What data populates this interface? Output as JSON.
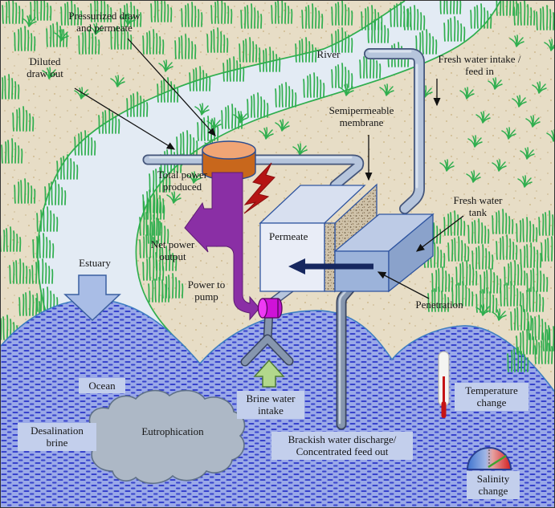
{
  "labels": {
    "pressurized_draw": "Pressurized draw\nand permeate",
    "diluted_draw": "Diluted\ndraw out",
    "river": "River",
    "fresh_water_intake": "Fresh water intake /\nfeed in",
    "semipermeable_membrane": "Semipermeable\nmembrane",
    "fresh_water_tank": "Fresh water\ntank",
    "total_power": "Total power\nproduced",
    "net_power": "Net power\noutput",
    "power_to_pump": "Power to\npump",
    "permeate": "Permeate",
    "penetration": "Penetration",
    "estuary": "Estuary",
    "ocean": "Ocean",
    "desalination_brine": "Desalination\nbrine",
    "eutrophication": "Eutrophication",
    "brine_water_intake": "Brine water\nintake",
    "brackish_discharge": "Brackish water discharge/\nConcentrated feed out",
    "temperature_change": "Temperature\nchange",
    "salinity_change": "Salinity\nchange"
  },
  "icons": {
    "turbine": "orange cylinder generator on pipe",
    "power_arrow": "thick purple split arrow",
    "lightning": "red lightning bolt",
    "pump": "magenta cylinder pump",
    "intake_tripod": "gray tripod intake pipe",
    "brine_intake_arrow": "green up block arrow",
    "estuary_arrow": "blue down block arrow",
    "penetration_arrow": "navy left arrow",
    "eutrophication_cloud": "gray cloud",
    "thermometer": "red thermometer capsule",
    "salinity_gauge": "blue-to-red semicircle dial with green needle"
  },
  "colors": {
    "land": "#e7ddc6",
    "river": "#e3ebf4",
    "ocean_base": "#9aa9e8",
    "ocean_dash": "#3742cc",
    "grass": "#2fae4e",
    "pipe": "#b6c5dc",
    "tank_blue": "#9cb3da",
    "permeate_box": "#e9edf7",
    "membrane": "#cfc2a9",
    "turbine_orange": "#c8671c",
    "power_purple": "#8a2fa5",
    "lightning_red": "#b51414",
    "pump_magenta": "#cf12d8",
    "brine_arrow_green": "#b2d88c",
    "estuary_arrow_blue": "#a9bde6",
    "cloud_gray": "#adb8c6",
    "thermometer_red": "#c51414",
    "gauge_blue": "#3f74cf",
    "gauge_red": "#d42020",
    "label_box": "#c3cfec"
  }
}
